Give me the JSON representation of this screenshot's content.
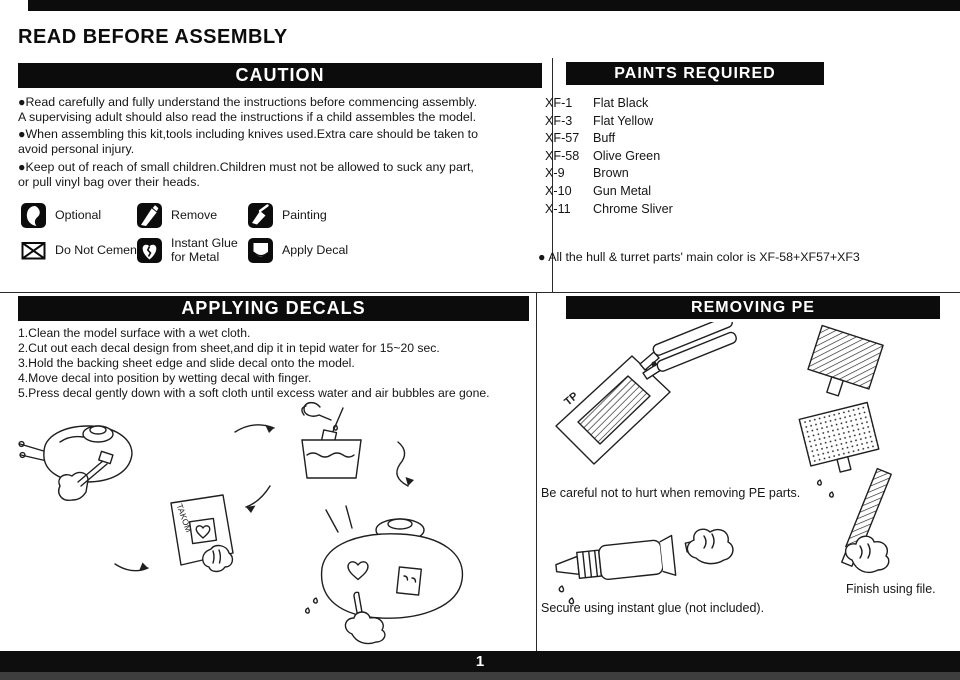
{
  "page": {
    "title": "READ BEFORE ASSEMBLY"
  },
  "colors": {
    "bar_bg": "#0c0c0c",
    "page_bg": "#ffffff",
    "text": "#161616"
  },
  "caution": {
    "header": "CAUTION",
    "paragraphs": [
      "●Read carefully and fully understand the instructions before commencing assembly.\nA supervising adult should also read the instructions if a child assembles the model.",
      "●When assembling this kit,tools including knives used.Extra care should be taken to\navoid personal injury.",
      "●Keep out of reach of small children.Children must not be allowed to suck any part,\nor pull vinyl bag over their heads."
    ],
    "symbols": [
      {
        "icon": "optional-icon",
        "label": "Optional"
      },
      {
        "icon": "remove-icon",
        "label": "Remove"
      },
      {
        "icon": "painting-icon",
        "label": "Painting"
      },
      {
        "icon": "do-not-cement-icon",
        "label": "Do Not Cement"
      },
      {
        "icon": "instant-glue-icon",
        "label": "Instant Glue\nfor Metal"
      },
      {
        "icon": "apply-decal-icon",
        "label": "Apply Decal"
      }
    ]
  },
  "paints": {
    "header": "PAINTS REQUIRED",
    "items": [
      {
        "code": "XF-1",
        "name": "Flat Black"
      },
      {
        "code": "XF-3",
        "name": "Flat Yellow"
      },
      {
        "code": "XF-57",
        "name": "Buff"
      },
      {
        "code": "XF-58",
        "name": "Olive Green"
      },
      {
        "code": "X-9",
        "name": "Brown"
      },
      {
        "code": "X-10",
        "name": "Gun Metal"
      },
      {
        "code": "X-11",
        "name": "Chrome Sliver"
      }
    ],
    "note": "● All the hull & turret parts' main color is XF-58+XF57+XF3"
  },
  "decals": {
    "header": "APPLYING DECALS",
    "steps": [
      "1.Clean the model surface with a wet cloth.",
      "2.Cut out each decal design from sheet,and dip it in tepid water for 15~20 sec.",
      "3.Hold the backing sheet edge and slide decal onto the model.",
      "4.Move decal into position by wetting decal with finger.",
      "5.Press decal gently down with a soft cloth until excess water and air bubbles are gone."
    ],
    "sheet_label": "TAKOM"
  },
  "removing_pe": {
    "header": "REMOVING PE",
    "fret_label": "TP",
    "caption_careful": "Be careful not to hurt when removing PE parts.",
    "caption_glue": "Secure using instant glue (not included).",
    "caption_file": "Finish using file."
  },
  "footer": {
    "page_number": "1"
  }
}
